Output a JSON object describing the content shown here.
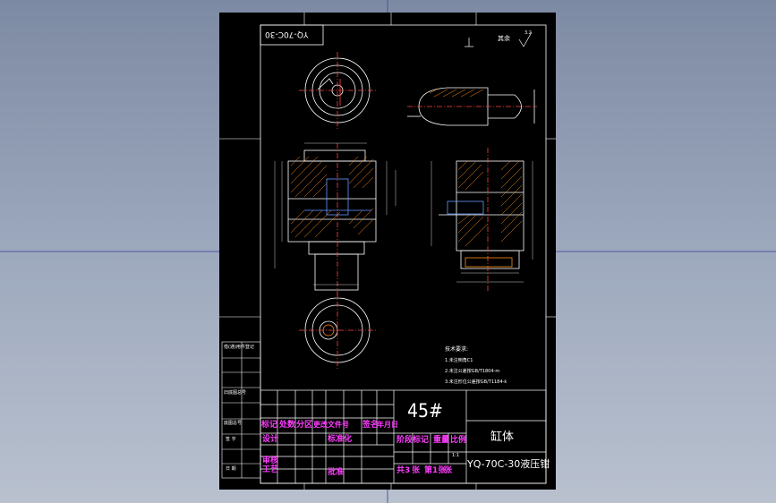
{
  "colors": {
    "background_top": "#7d8aa3",
    "background_bottom": "#b9c1cf",
    "sheet": "#000000",
    "line": "#ffffff",
    "title_text": "#ff3cff",
    "dimension": "#ffffff",
    "hatch": "#ff8c1a"
  },
  "title_block": {
    "material": "45#",
    "part_name": "缸体",
    "drawing_number": "YQ-70C-30液压钳",
    "header_row": [
      "标记",
      "处数",
      "分区",
      "更改文件号",
      "签名",
      "年月日"
    ],
    "design_label": "设计",
    "standardization_label": "标准化",
    "stage_mark_label": "阶段标记",
    "weight_label": "重量",
    "scale_label": "比例",
    "scale_value": "1:1",
    "review_label": "审核",
    "process_label": "工艺",
    "approve_label": "批准",
    "sheets_total": "共3",
    "sheet_label": "张",
    "sheet_number": "第1张",
    "sheet_suffix": "张"
  },
  "code_box": "YQ-70C-30",
  "side_panel": {
    "items": [
      "借(通)用件登记",
      "",
      "旧底图总号",
      "",
      "底图总号",
      "",
      "签 字",
      "",
      "日 期"
    ]
  },
  "roughness": {
    "label": "其余",
    "value": "3.2"
  },
  "notes": {
    "title": "技术要求:",
    "lines": [
      "1.未注倒角C1",
      "2.未注公差按GB/T1804-m",
      "3.未注形位公差按GB/T1184-k"
    ]
  }
}
